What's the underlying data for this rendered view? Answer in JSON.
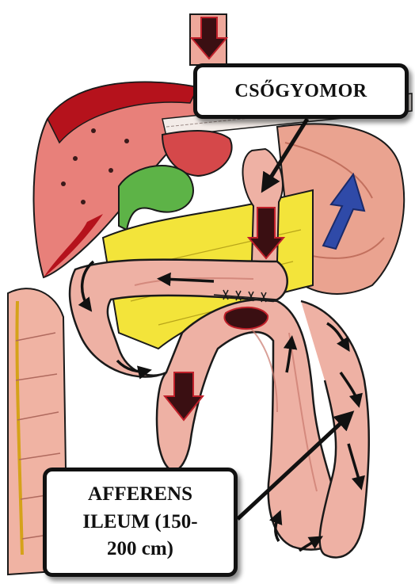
{
  "labels": {
    "top": "CSŐGYOMOR",
    "bottom_line1": "AFFERENS",
    "bottom_line2": "ILEUM (150-",
    "bottom_line3": "200 cm)"
  },
  "colors": {
    "intestine": "#eeb1a4",
    "intestine_shadow": "#c9786c",
    "liver": "#e6837d",
    "liver_dark": "#b8141c",
    "pancreas": "#f3e43a",
    "gallbladder": "#5fb545",
    "stomach": "#e9a08e",
    "colon": "#f0b3a3",
    "blue_arrow": "#2f4aa8",
    "outline": "#1a1a1a"
  },
  "icons": [
    "down-arrow-icon",
    "curved-flow-arrow-icon",
    "blue-up-arrow-icon",
    "suture-icon"
  ]
}
